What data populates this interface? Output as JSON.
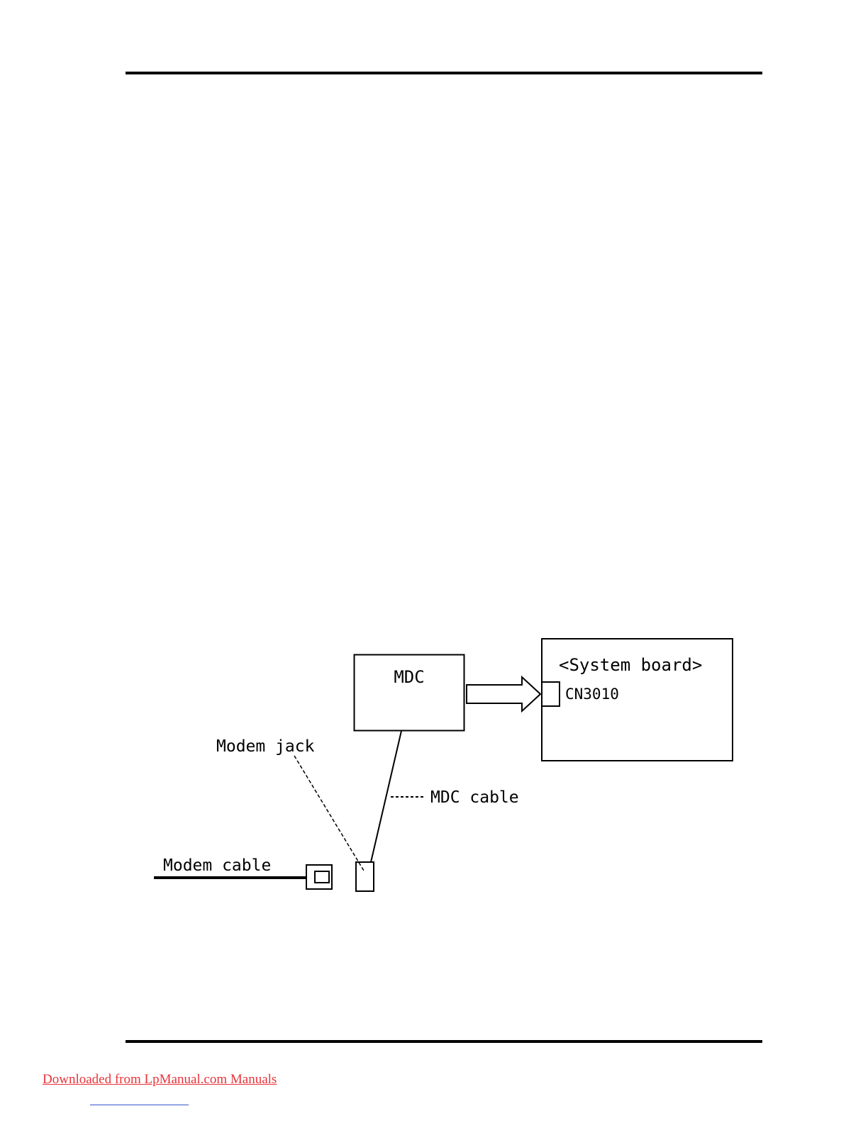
{
  "diagram": {
    "mdc_label": "MDC",
    "system_board_label": "<System board>",
    "connector_label": "CN3010",
    "modem_jack_label": "Modem jack",
    "mdc_cable_label": "MDC cable",
    "modem_cable_label": "Modem cable"
  },
  "footer": {
    "download_text": "Downloaded from LpManual.com Manuals"
  }
}
